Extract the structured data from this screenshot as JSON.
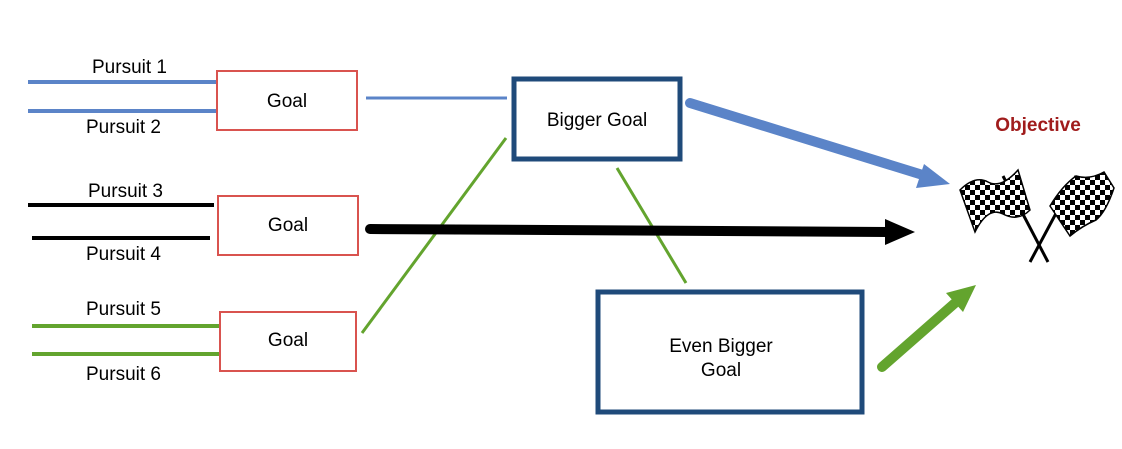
{
  "pursuits": [
    "Pursuit 1",
    "Pursuit 2",
    "Pursuit 3",
    "Pursuit 4",
    "Pursuit 5",
    "Pursuit 6"
  ],
  "goals": [
    "Goal",
    "Goal",
    "Goal"
  ],
  "bigger_goal": "Bigger Goal",
  "even_bigger_goal": [
    "Even Bigger",
    "Goal"
  ],
  "objective": "Objective",
  "colors": {
    "blue": "#5b84c8",
    "green": "#63a42e",
    "black": "#000000",
    "red_border": "#d9534f",
    "navy_border": "#1f4a7a",
    "objective_text": "#a01c1c"
  },
  "icons": {
    "objective_icon": "checkered-flags-icon"
  }
}
